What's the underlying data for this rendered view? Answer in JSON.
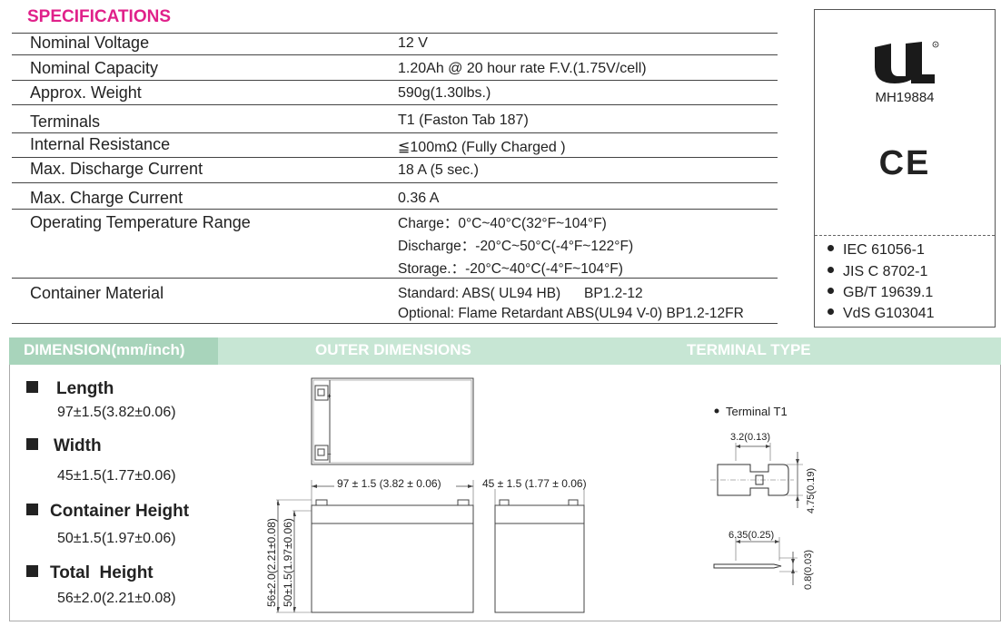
{
  "specifications": {
    "title": "SPECIFICATIONS",
    "rows": [
      {
        "label": "Nominal Voltage",
        "value": "12 V"
      },
      {
        "label": "Nominal Capacity",
        "value": "1.20Ah @ 20 hour rate F.V.(1.75V/cell)"
      },
      {
        "label": "Approx. Weight",
        "value": "590g(1.30lbs.)"
      },
      {
        "label": "Terminals",
        "value": "T1 (Faston Tab 187)"
      },
      {
        "label": "Internal Resistance",
        "value": "≦100mΩ (Fully Charged )"
      },
      {
        "label": "Max. Discharge Current",
        "value": "18 A (5 sec.)"
      },
      {
        "label": "Max. Charge Current",
        "value": "0.36 A"
      },
      {
        "label": "Operating Temperature Range",
        "values": [
          "Charge：0°C~40°C(32°F~104°F)",
          "Discharge：-20°C~50°C(-4°F~122°F)",
          "Storage.：-20°C~40°C(-4°F~104°F)"
        ]
      },
      {
        "label": "Container Material",
        "values": [
          "Standard: ABS( UL94 HB)      BP1.2-12",
          "Optional: Flame Retardant ABS(UL94 V-0) BP1.2-12FR"
        ]
      }
    ]
  },
  "certifications": {
    "ul_logo": "UL-recognized-component-mark",
    "ul_number": "MH19884",
    "ce_mark": "CE",
    "standards": [
      "IEC 61056-1",
      "JIS C 8702-1",
      "GB/T 19639.1",
      "VdS G103041"
    ]
  },
  "dimension": {
    "header_left": "DIMENSION(mm/inch)",
    "header_outer": "OUTER DIMENSIONS",
    "header_terminal": "TERMINAL TYPE",
    "items": [
      {
        "label": "Length",
        "value": "97±1.5(3.82±0.06)"
      },
      {
        "label": "Width",
        "value": "45±1.5(1.77±0.06)"
      },
      {
        "label": "Container Height",
        "value": "50±1.5(1.97±0.06)"
      },
      {
        "label": "Total  Height",
        "value": "56±2.0(2.21±0.08)"
      }
    ],
    "drawing": {
      "length_dim": "97 ± 1.5 (3.82 ± 0.06)",
      "width_dim": "45 ± 1.5 (1.77 ± 0.06)",
      "total_height_dim": "56±2.0(2.21±0.08)",
      "container_height_dim": "50±1.5(1.97±0.06)"
    },
    "terminal": {
      "name": "Terminal T1",
      "dim_a": "3.2(0.13)",
      "dim_b": "4.75(0.19)",
      "dim_c": "6.35(0.25)",
      "dim_d": "0.8(0.03)"
    }
  },
  "colors": {
    "title_magenta": "#e0218a",
    "bar_green": "#c7e6d4",
    "bar_green_dark": "#a8d4bb",
    "bar_text": "#ffffff"
  }
}
